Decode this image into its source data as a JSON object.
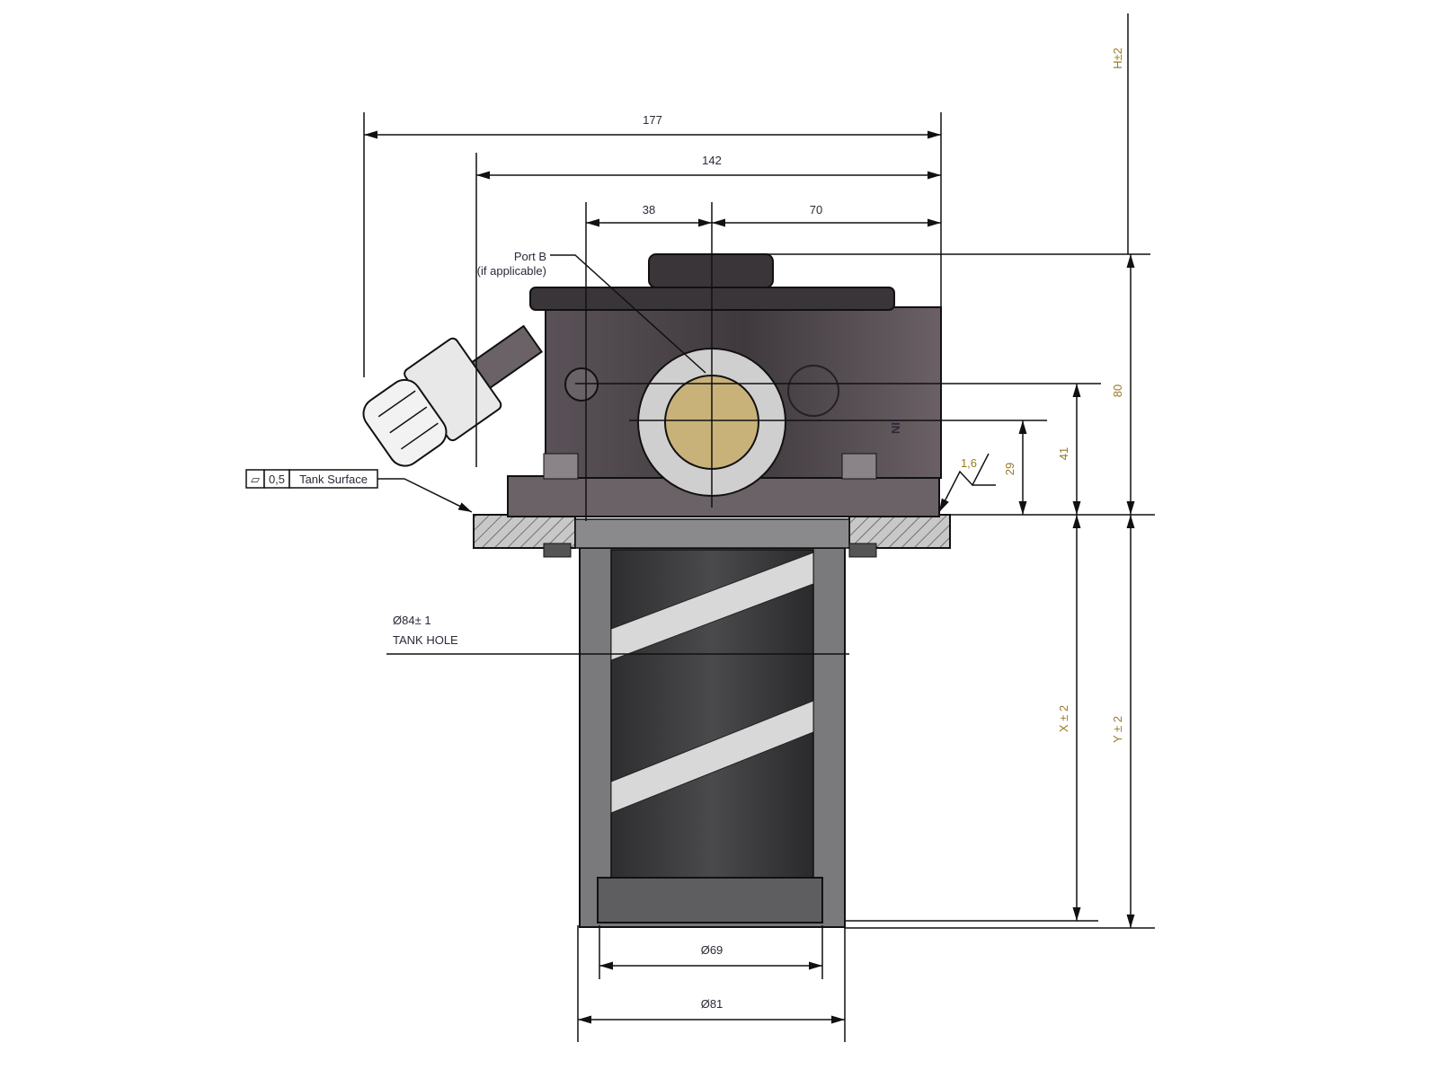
{
  "dimensions": {
    "overall_width": "177",
    "body_width": "142",
    "port_offset_left": "38",
    "port_offset_right": "70",
    "height_above": "H±2",
    "head_height": "80",
    "port_b_height": "41",
    "inlet_height": "29",
    "roughness": "1,6",
    "tank_hole_diameter": "Ø84± 1",
    "tank_hole_label": "TANK HOLE",
    "depth_x": "X ± 2",
    "depth_y": "Y ± 2",
    "element_diameter": "Ø69",
    "bowl_diameter": "Ø81"
  },
  "annotations": {
    "port_b": "Port B",
    "port_b_note": "(if applicable)",
    "flatness_symbol": "⏥",
    "flatness_value": "0,5",
    "flatness_datum": "Tank Surface",
    "inlet_marking": "IN"
  },
  "colors": {
    "body": "#4a4448",
    "port_insert": "#c9b27a",
    "label_orange": "#9a7a20"
  }
}
